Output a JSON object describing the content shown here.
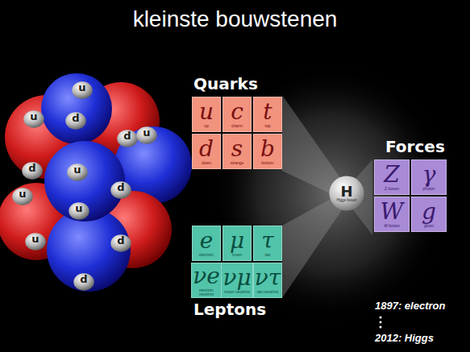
{
  "diagram": {
    "title": "kleinste bouwstenen",
    "nodes": [
      {
        "text": [
          "u"
        ]
      },
      {
        "text": [
          "u"
        ]
      },
      {
        "text": [
          "d"
        ]
      },
      {
        "text": [
          "d"
        ]
      },
      {
        "text": [
          "u"
        ]
      },
      {
        "text": [
          "d"
        ]
      },
      {
        "text": [
          "u"
        ]
      },
      {
        "text": [
          "d"
        ]
      },
      {
        "text": [
          "u"
        ]
      },
      {
        "text": [
          "u"
        ]
      },
      {
        "text": [
          "u"
        ]
      },
      {
        "text": [
          "d"
        ]
      },
      {
        "text": [
          "d"
        ]
      },
      {
        "text": [
          "Quarks"
        ]
      },
      {
        "text": [
          "u",
          "up"
        ],
        "in": 13
      },
      {
        "text": [
          "c",
          "charm"
        ],
        "in": 13
      },
      {
        "text": [
          "t",
          "top"
        ],
        "in": 13
      },
      {
        "text": [
          "d",
          "down"
        ],
        "in": 13
      },
      {
        "text": [
          "s",
          "strange"
        ],
        "in": 13
      },
      {
        "text": [
          "b",
          "bottom"
        ],
        "in": 13
      },
      {
        "text": [
          "H",
          "Higgs boson"
        ]
      },
      {
        "text": [
          "Forces"
        ]
      },
      {
        "text": [
          "Z",
          "Z boson"
        ],
        "in": 21
      },
      {
        "text": [
          "γ",
          "photon"
        ],
        "in": 21
      },
      {
        "text": [
          "W",
          "W boson"
        ],
        "in": 21
      },
      {
        "text": [
          "g",
          "gluon"
        ],
        "in": 21
      },
      {
        "text": [
          "Leptons"
        ]
      },
      {
        "text": [
          "e",
          "electron"
        ],
        "in": 26
      },
      {
        "text": [
          "μ",
          "muon"
        ],
        "in": 26
      },
      {
        "text": [
          "τ",
          "tau"
        ],
        "in": 26
      },
      {
        "text": [
          "νe",
          "electron neutrino"
        ],
        "in": 26
      },
      {
        "text": [
          "νμ",
          "muon neutrino"
        ],
        "in": 26
      },
      {
        "text": [
          "ντ",
          "tau neutrino"
        ],
        "in": 26
      }
    ],
    "labels": [
      "1897: electron",
      "2012: Higgs"
    ]
  }
}
